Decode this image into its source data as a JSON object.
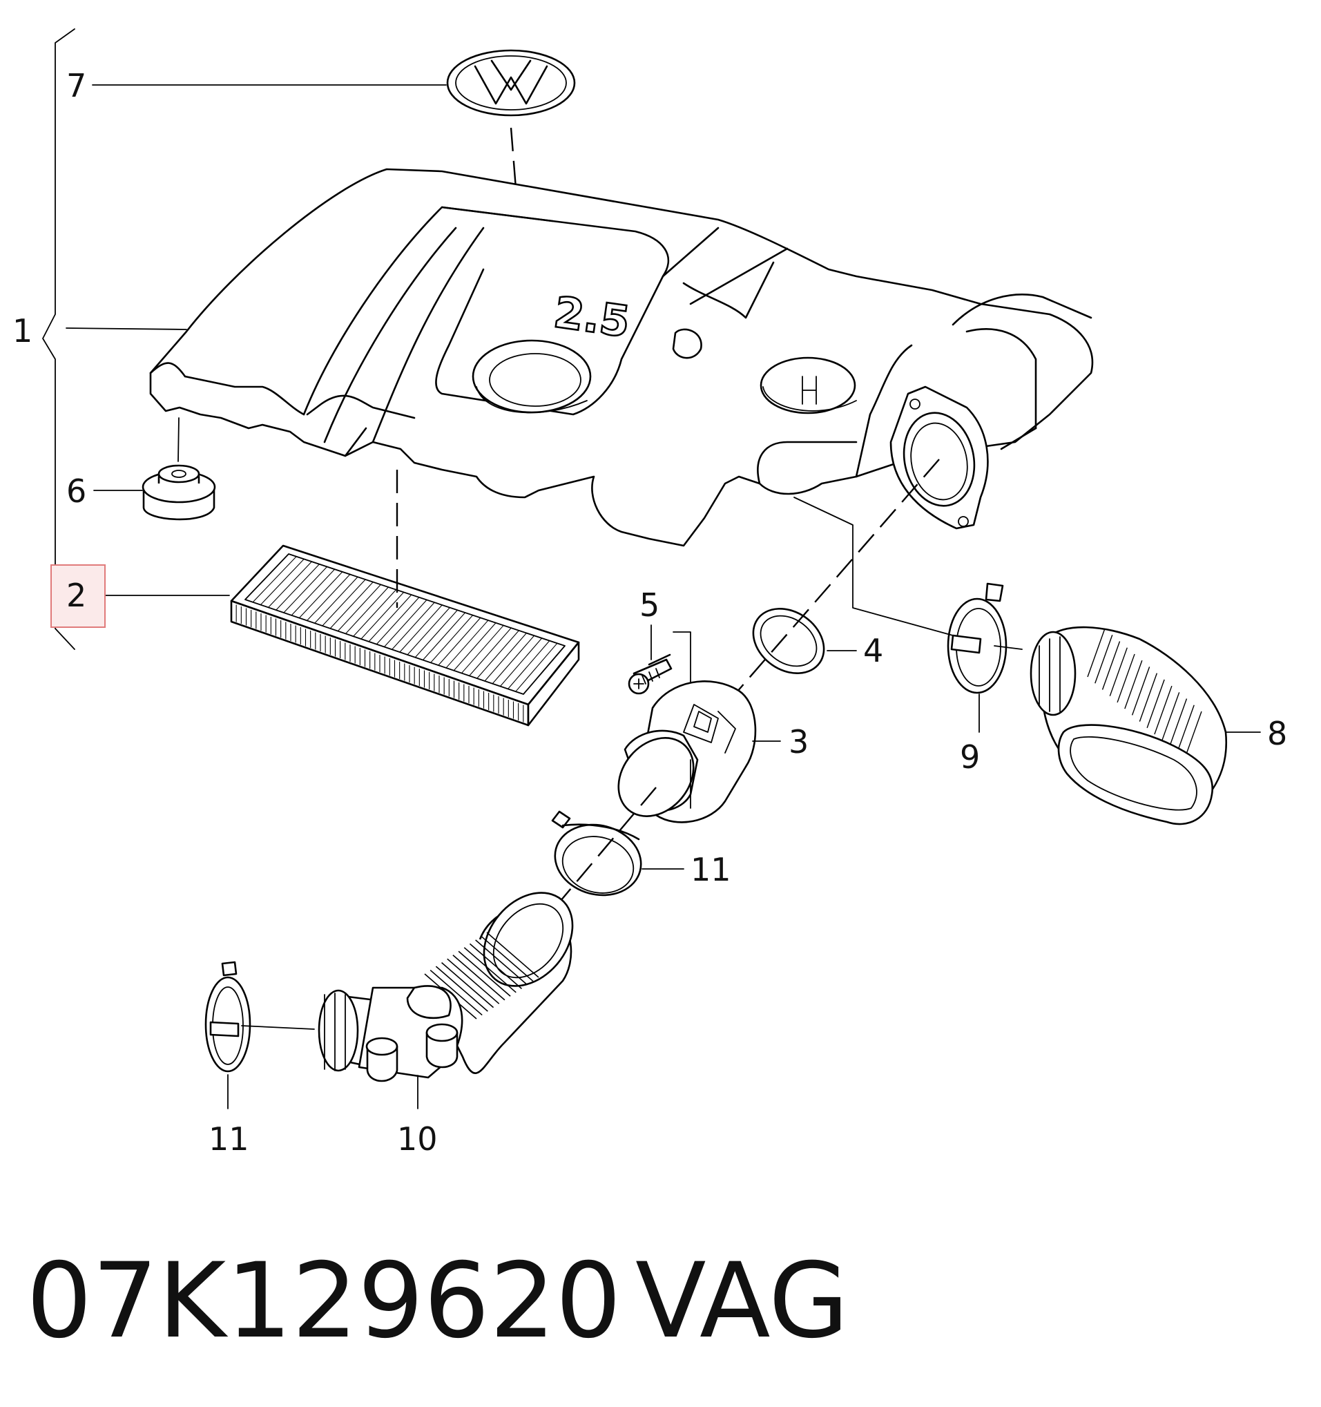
{
  "callouts": [
    {
      "id": "1",
      "label": "1"
    },
    {
      "id": "2",
      "label": "2",
      "highlighted": true
    },
    {
      "id": "3",
      "label": "3"
    },
    {
      "id": "4",
      "label": "4"
    },
    {
      "id": "5",
      "label": "5"
    },
    {
      "id": "6",
      "label": "6"
    },
    {
      "id": "7",
      "label": "7"
    },
    {
      "id": "8",
      "label": "8"
    },
    {
      "id": "9",
      "label": "9"
    },
    {
      "id": "10",
      "label": "10"
    },
    {
      "id": "11a",
      "label": "11"
    },
    {
      "id": "11b",
      "label": "11"
    }
  ],
  "cover_marking": "2.5",
  "footer": {
    "part_number": "07K129620",
    "brand": "VAG"
  },
  "colors": {
    "line": "#000000",
    "highlight": "#e07a7a",
    "highlight_fill": "#fbeaea"
  }
}
